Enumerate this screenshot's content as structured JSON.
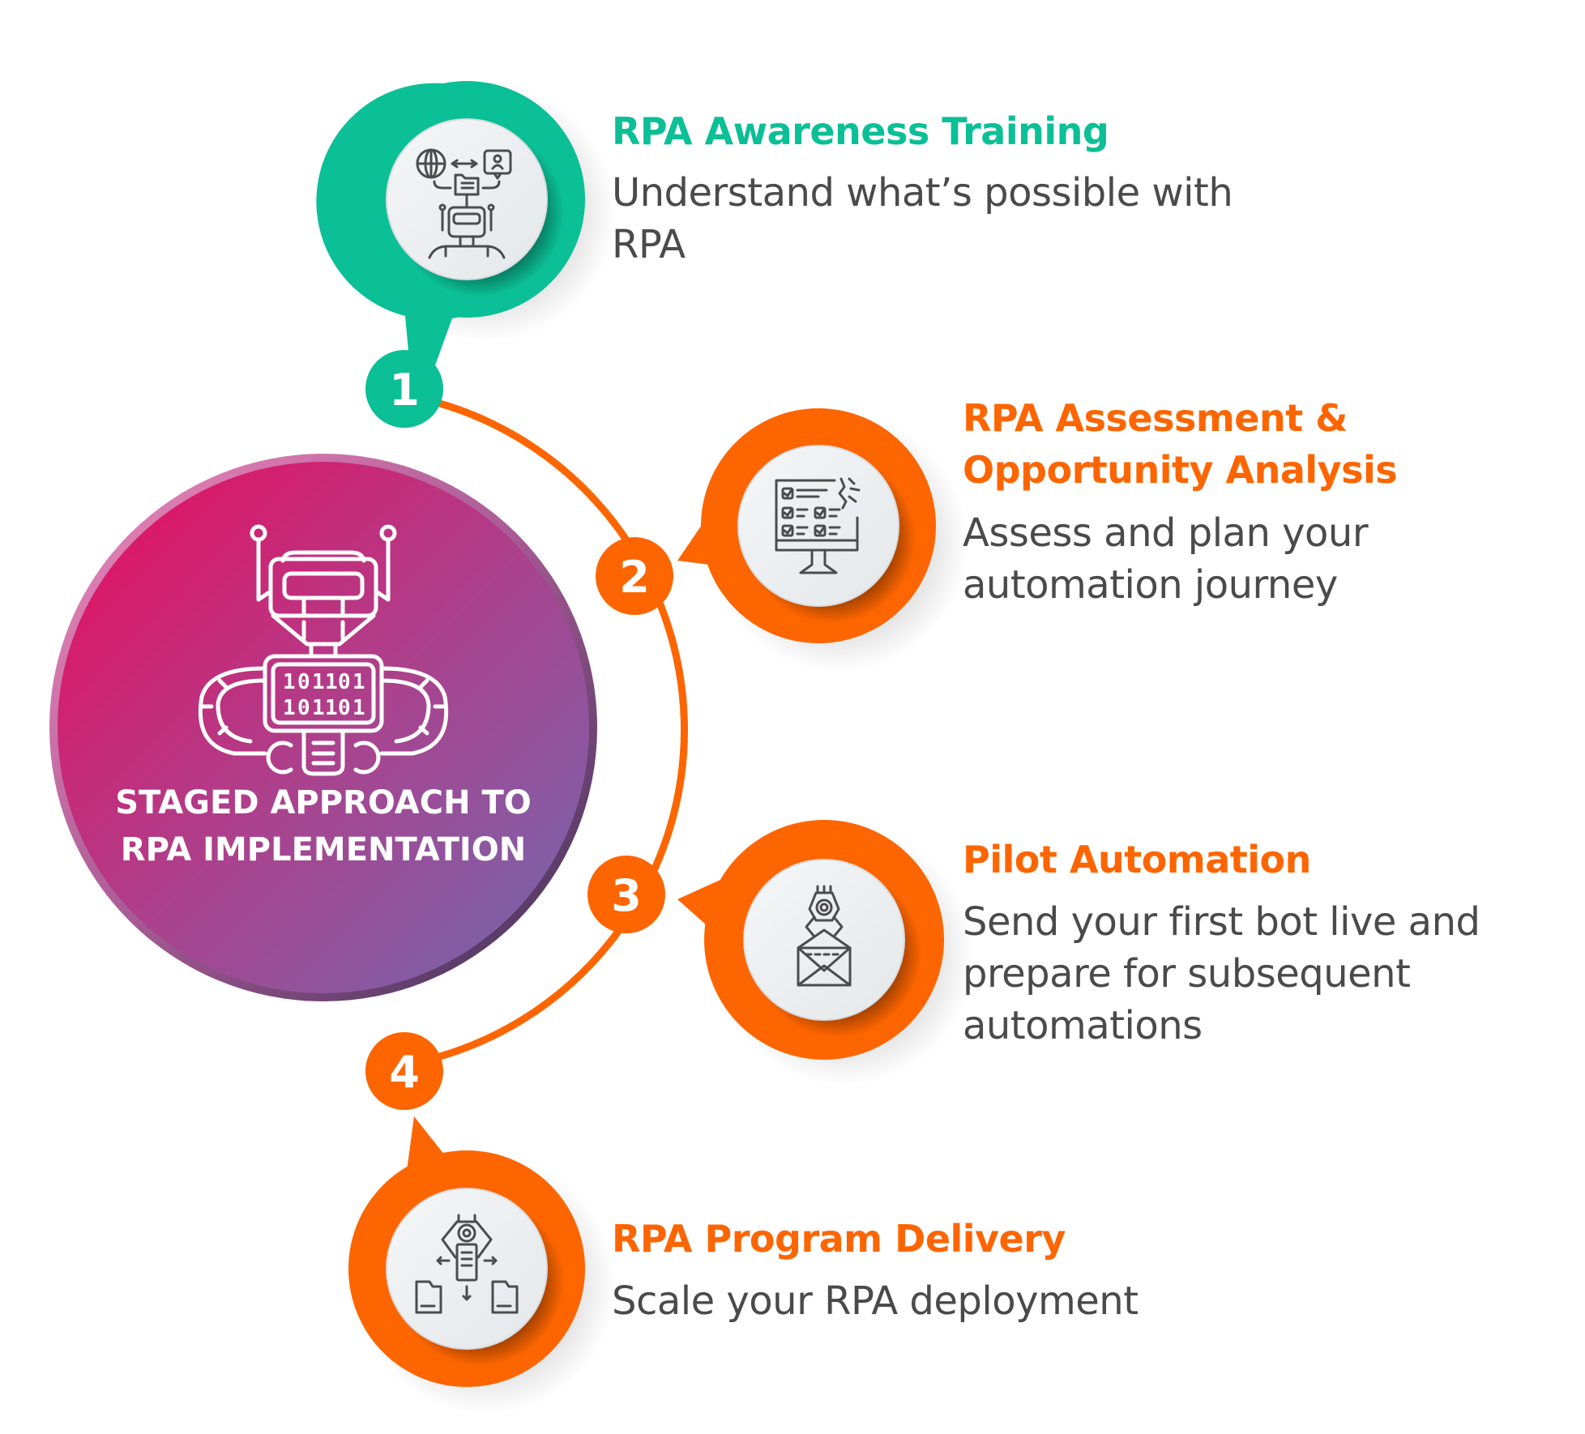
{
  "colors": {
    "teal": "#0bbf96",
    "orange": "#fd6500",
    "magenta": "#e40f62",
    "purple": "#7c66ab",
    "text_gray": "#4a4a4a",
    "icon_bg": "#eef1f2",
    "icon_stroke": "#4c4c4c"
  },
  "center": {
    "icon": "robot-icon",
    "title_line1": "STAGED APPROACH TO",
    "title_line2": "RPA IMPLEMENTATION"
  },
  "stages": [
    {
      "number": "1",
      "icon": "robot-data-exchange-icon",
      "title": "RPA Awareness Training",
      "description_lines": [
        "Understand what’s possible with",
        "RPA"
      ]
    },
    {
      "number": "2",
      "icon": "monitor-checklist-icon",
      "title_lines": [
        "RPA Assessment &",
        "Opportunity Analysis"
      ],
      "description_lines": [
        "Assess and plan your",
        "automation journey"
      ]
    },
    {
      "number": "3",
      "icon": "robot-arm-envelope-icon",
      "title": "Pilot Automation",
      "description_lines": [
        "Send your first bot live and",
        "prepare for subsequent",
        "automations"
      ]
    },
    {
      "number": "4",
      "icon": "robot-arm-folders-icon",
      "title": "RPA Program Delivery",
      "description_lines": [
        "Scale your RPA deployment"
      ]
    }
  ]
}
